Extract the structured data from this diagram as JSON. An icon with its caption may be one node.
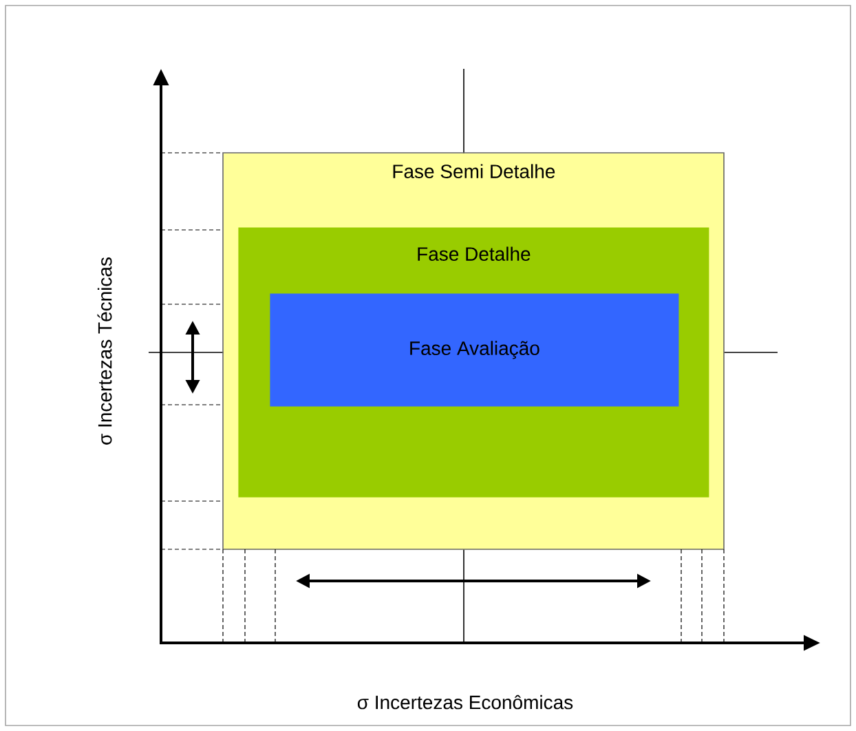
{
  "diagram": {
    "nodes": [
      {
        "text": [
          "Fase Semi Detalhe"
        ]
      },
      {
        "text": [
          "Fase Detalhe"
        ],
        "in": 0
      },
      {
        "text": [
          "Fase Avaliação"
        ],
        "in": 1
      }
    ],
    "edges": [],
    "labels": [
      "σ  Incertezas Técnicas",
      "σ  Incertezas Econômicas"
    ]
  }
}
